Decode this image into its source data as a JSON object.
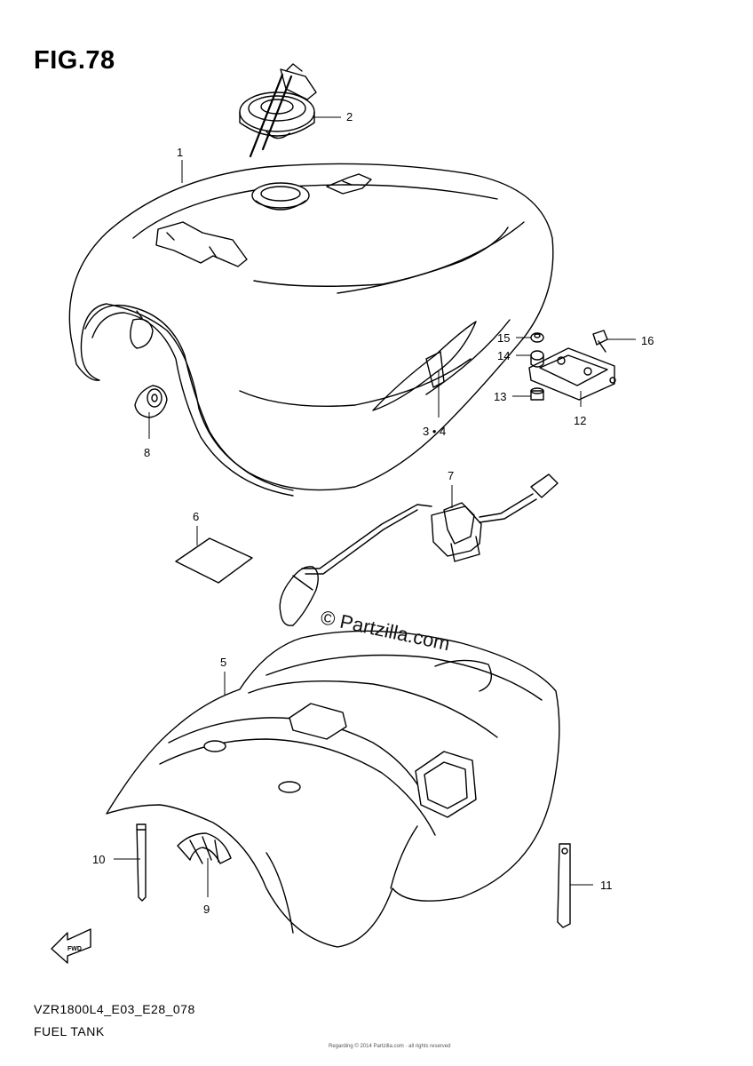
{
  "figure": {
    "title": "FIG.78",
    "model_code": "VZR1800L4_E03_E28_078",
    "name": "FUEL TANK",
    "watermark": "© Partzilla.com",
    "footer": "Regarding © 2014 Partzilla.com · all rights reserved"
  },
  "callouts": [
    {
      "id": "1",
      "label": "1"
    },
    {
      "id": "2",
      "label": "2"
    },
    {
      "id": "3-4",
      "label": "3 • 4"
    },
    {
      "id": "5",
      "label": "5"
    },
    {
      "id": "6",
      "label": "6"
    },
    {
      "id": "7",
      "label": "7"
    },
    {
      "id": "8",
      "label": "8"
    },
    {
      "id": "9",
      "label": "9"
    },
    {
      "id": "10",
      "label": "10"
    },
    {
      "id": "11",
      "label": "11"
    },
    {
      "id": "12",
      "label": "12"
    },
    {
      "id": "13",
      "label": "13"
    },
    {
      "id": "14",
      "label": "14"
    },
    {
      "id": "15",
      "label": "15"
    },
    {
      "id": "16",
      "label": "16"
    }
  ],
  "icons": {
    "front_indicator": "fwd-arrow-icon",
    "front_indicator_text": "FWD"
  }
}
